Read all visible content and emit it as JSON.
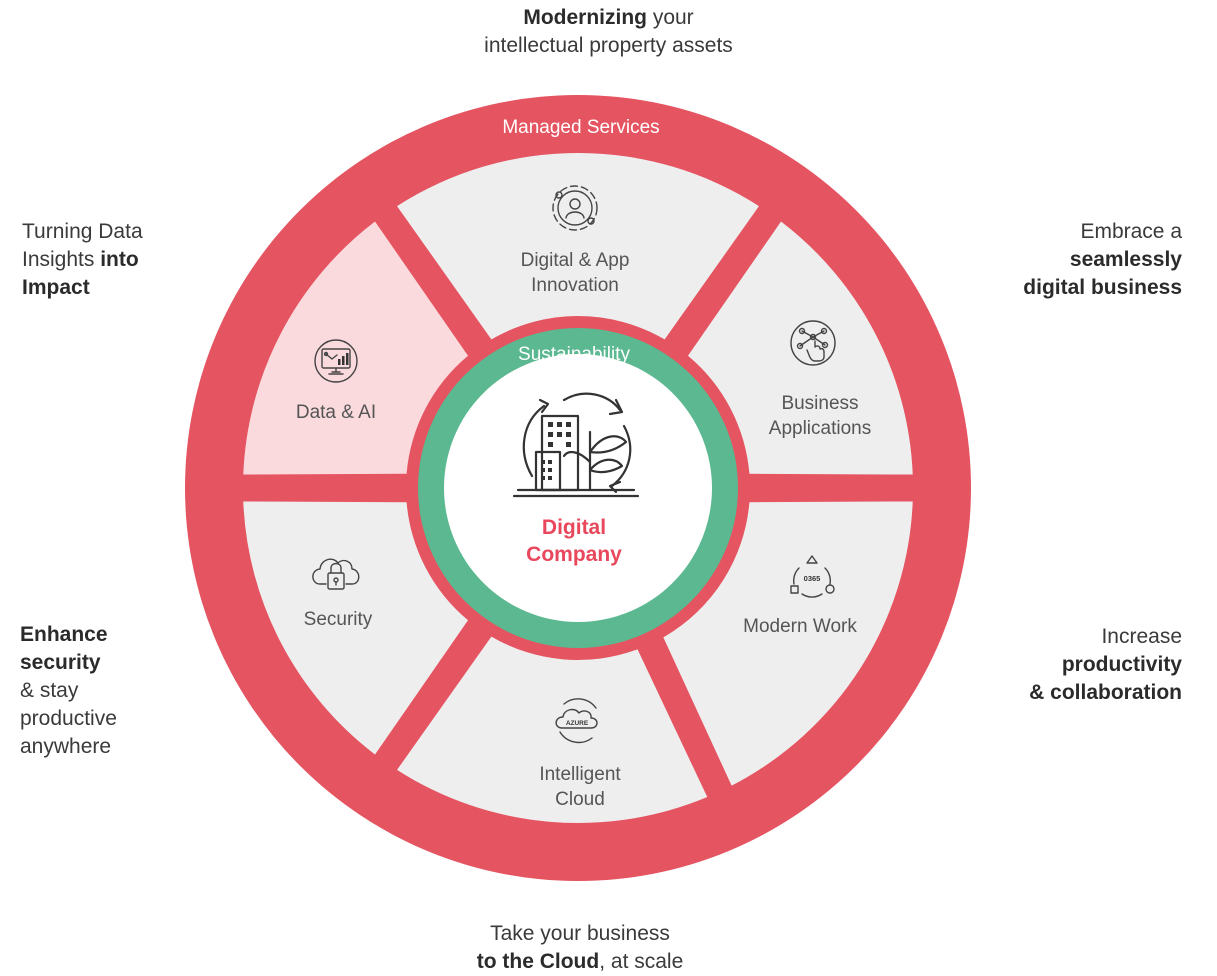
{
  "colors": {
    "outer_ring": "#E55461",
    "segment": "#EEEEEE",
    "segment_active": "#FADADD",
    "inner_ring": "#5BB890",
    "center_text": "#E8475C"
  },
  "captions": {
    "top": {
      "bold": "Modernizing",
      "line1_rest": " your",
      "line2": "intellectual property assets"
    },
    "top_left": {
      "line1": "Turning Data",
      "line2_plain": "Insights ",
      "line2_bold": "into",
      "line3_bold": "Impact"
    },
    "top_right": {
      "line1": "Embrace a",
      "line2_bold": "seamlessly",
      "line3_bold": "digital business"
    },
    "bottom_left": {
      "line1_bold": "Enhance",
      "line2_bold": "security",
      "line3": "& stay",
      "line4": "productive",
      "line5": "anywhere"
    },
    "bottom_right": {
      "line1": "Increase",
      "line2_bold": "productivity",
      "line3_bold": "& collaboration"
    },
    "bottom": {
      "line1": "Take your business",
      "line2_bold": "to the Cloud",
      "line2_rest": ", at scale"
    }
  },
  "outer_ring_label": "Managed Services",
  "inner_ring_label": "Sustainability",
  "center": {
    "line1": "Digital",
    "line2": "Company",
    "icon": "sustainable-buildings-icon"
  },
  "segments": [
    {
      "id": "digital-app",
      "lines": [
        "Digital & App",
        "Innovation"
      ],
      "icon": "globe-user-icon",
      "active": false
    },
    {
      "id": "business-apps",
      "lines": [
        "Business",
        "Applications"
      ],
      "icon": "touch-network-icon",
      "active": false
    },
    {
      "id": "modern-work",
      "lines": [
        "Modern Work"
      ],
      "icon": "o365-cycle-icon",
      "icon_text": "0365",
      "active": false
    },
    {
      "id": "intelligent-cloud",
      "lines": [
        "Intelligent",
        "Cloud"
      ],
      "icon": "azure-cloud-icon",
      "icon_text": "AZURE",
      "active": false
    },
    {
      "id": "security",
      "lines": [
        "Security"
      ],
      "icon": "cloud-lock-icon",
      "active": false
    },
    {
      "id": "data-ai",
      "lines": [
        "Data & AI"
      ],
      "icon": "monitor-chart-icon",
      "active": true
    }
  ]
}
